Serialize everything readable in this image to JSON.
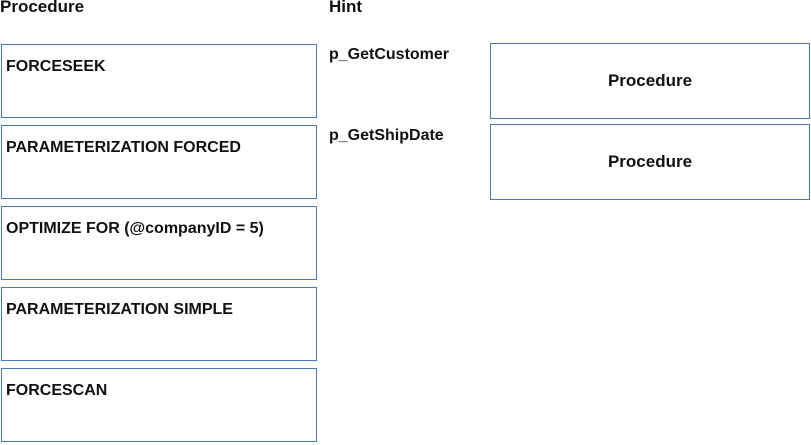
{
  "headers": {
    "procedure": "Procedure",
    "hint": "Hint"
  },
  "options": [
    {
      "label": "FORCESEEK"
    },
    {
      "label": "PARAMETERIZATION FORCED"
    },
    {
      "label": "OPTIMIZE FOR (@companyID = 5)"
    },
    {
      "label": "PARAMETERIZATION SIMPLE"
    },
    {
      "label": "FORCESCAN"
    }
  ],
  "targets": [
    {
      "name": "p_GetCustomer",
      "slot": "Procedure"
    },
    {
      "name": "p_GetShipDate",
      "slot": "Procedure"
    }
  ]
}
